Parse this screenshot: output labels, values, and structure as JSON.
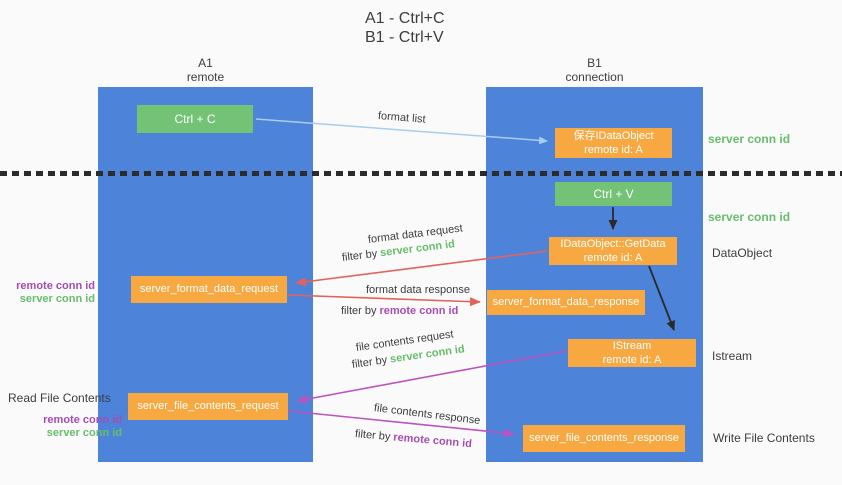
{
  "title": {
    "line1": "A1 - Ctrl+C",
    "line2": "B1 - Ctrl+V"
  },
  "columns": {
    "a": {
      "title": "A1",
      "subtitle": "remote"
    },
    "b": {
      "title": "B1",
      "subtitle": "connection"
    }
  },
  "nodes": {
    "ctrl_c": {
      "label": "Ctrl + C"
    },
    "ctrl_v": {
      "label": "Ctrl + V"
    },
    "save_idataobject": {
      "line1": "保存IDataObject",
      "line2": "remote id: A"
    },
    "getdata": {
      "line1": "IDataObject::GetData",
      "line2": "remote id: A"
    },
    "istream": {
      "line1": "IStream",
      "line2": "remote id: A"
    },
    "server_format_data_request": {
      "label": "server_format_data_request"
    },
    "server_format_data_response": {
      "label": "server_format_data_response"
    },
    "server_file_contents_request": {
      "label": "server_file_contents_request"
    },
    "server_file_contents_response": {
      "label": "server_file_contents_response"
    }
  },
  "terms": {
    "filter_by": "filter by",
    "server_conn_id": "server conn id",
    "remote_conn_id": "remote conn id"
  },
  "edge_labels": {
    "format_list": "format list",
    "format_data_request": "format data request",
    "format_data_response": "format data response",
    "file_contents_request": "file contents request",
    "file_contents_response": "file contents response"
  },
  "side_labels": {
    "dataobject": "DataObject",
    "istream": "Istream",
    "read_file_contents": "Read File Contents",
    "write_file_contents": "Write File Contents"
  },
  "colors": {
    "background": "#fafafa",
    "column_blue": "#4d83d9",
    "box_green": "#74c276",
    "box_orange": "#f8a840",
    "arrow_red": "#e2635b",
    "arrow_purple": "#bc53c0",
    "arrow_light_blue": "#a8cdf0",
    "arrow_black": "#2a2a2a",
    "text_green": "#67bd6c",
    "text_purple": "#a64cb2",
    "divider_black": "#2b2b2b"
  }
}
